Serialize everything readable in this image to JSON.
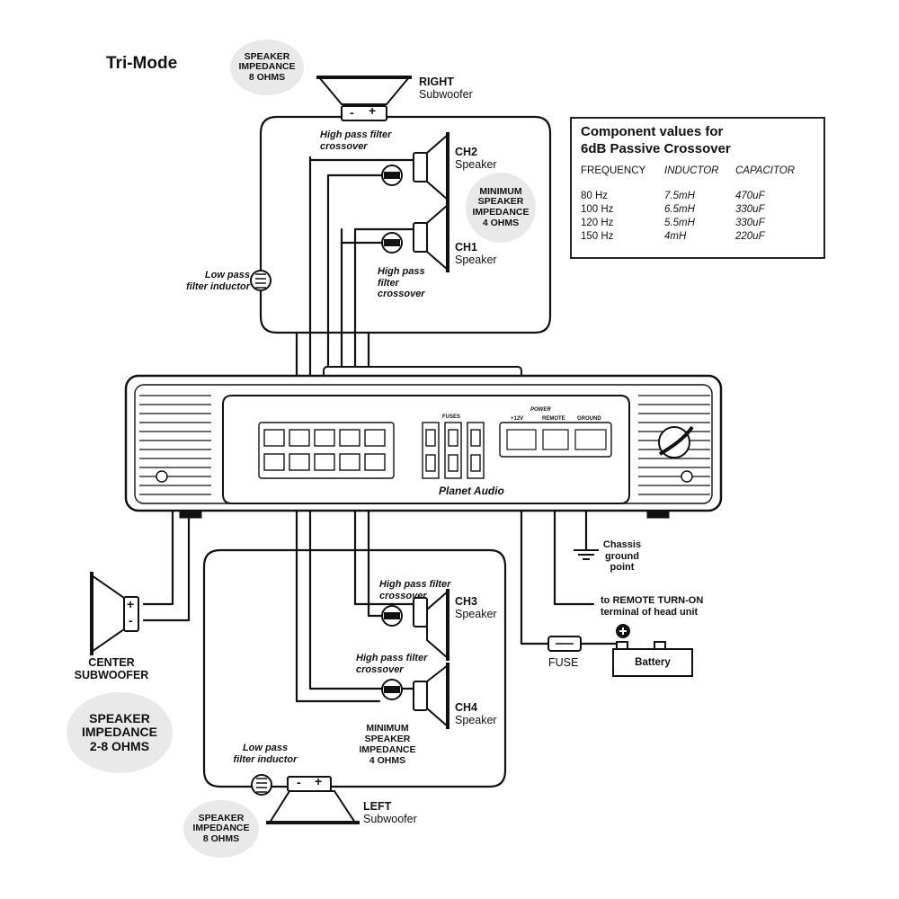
{
  "title": "Tri-Mode",
  "impedance_badges": {
    "top": [
      "SPEAKER",
      "IMPEDANCE",
      "8 OHMS"
    ],
    "middle_right": [
      "MINIMUM",
      "SPEAKER",
      "IMPEDANCE",
      "4 OHMS"
    ],
    "left_large": [
      "SPEAKER",
      "IMPEDANCE",
      "2-8 OHMS"
    ],
    "bottom": [
      "SPEAKER",
      "IMPEDANCE",
      "8 OHMS"
    ],
    "lower_right": [
      "MINIMUM",
      "SPEAKER",
      "IMPEDANCE",
      "4 OHMS"
    ]
  },
  "labels": {
    "right_sub": [
      "RIGHT",
      "Subwoofer"
    ],
    "left_sub": [
      "LEFT",
      "Subwoofer"
    ],
    "center_sub": [
      "CENTER",
      "SUBWOOFER"
    ],
    "ch1": [
      "CH1",
      "Speaker"
    ],
    "ch2": [
      "CH2",
      "Speaker"
    ],
    "ch3": [
      "CH3",
      "Speaker"
    ],
    "ch4": [
      "CH4",
      "Speaker"
    ],
    "hp_top": [
      "High pass filter",
      "crossover"
    ],
    "hp_ch1": [
      "High pass",
      "filter",
      "crossover"
    ],
    "hp_ch3": [
      "High pass filter",
      "crossover"
    ],
    "hp_ch4": [
      "High pass filter",
      "crossover"
    ],
    "lp_top": [
      "Low pass",
      "filter inductor"
    ],
    "lp_bottom": [
      "Low pass",
      "filter inductor"
    ],
    "chassis": [
      "Chassis",
      "ground",
      "point"
    ],
    "remote": [
      "to REMOTE TURN-ON",
      "terminal of head unit"
    ],
    "fuse": "FUSE",
    "battery": "Battery",
    "plus": "+",
    "minus": "-"
  },
  "amp": {
    "brand": "Planet Audio",
    "fuses_label": "FUSES",
    "power_label": "POWER",
    "terminals": [
      "+12V",
      "REMOTE",
      "GROUND"
    ]
  },
  "table": {
    "heading": [
      "Component values for",
      "6dB Passive Crossover"
    ],
    "columns": [
      "FREQUENCY",
      "INDUCTOR",
      "CAPACITOR"
    ],
    "rows": [
      [
        "80 Hz",
        "7.5mH",
        "470uF"
      ],
      [
        "100 Hz",
        "6.5mH",
        "330uF"
      ],
      [
        "120 Hz",
        "5.5mH",
        "330uF"
      ],
      [
        "150 Hz",
        "4mH",
        "220uF"
      ]
    ]
  }
}
